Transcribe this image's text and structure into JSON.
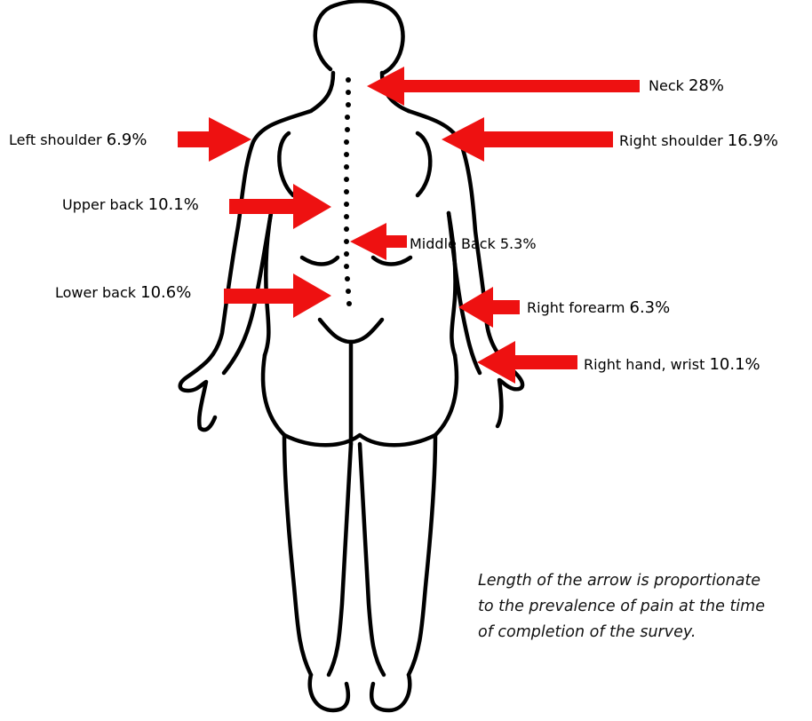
{
  "arrow_color": "#ee1111",
  "body_figure": {
    "view": "posterior",
    "icon": "human-body-back-outline"
  },
  "regions": [
    {
      "id": "neck",
      "label": "Neck",
      "percent": "28%"
    },
    {
      "id": "left-shoulder",
      "label": "Left shoulder",
      "percent": "6.9%"
    },
    {
      "id": "right-shoulder",
      "label": "Right shoulder",
      "percent": "16.9%"
    },
    {
      "id": "upper-back",
      "label": "Upper back",
      "percent": "10.1%"
    },
    {
      "id": "middle-back",
      "label": "Middle Back",
      "percent": "5.3%"
    },
    {
      "id": "lower-back",
      "label": "Lower back",
      "percent": "10.6%"
    },
    {
      "id": "right-forearm",
      "label": "Right forearm",
      "percent": "6.3%"
    },
    {
      "id": "right-hand-wrist",
      "label": "Right hand, wrist",
      "percent": "10.1%"
    }
  ],
  "note": {
    "line1": "Length of the arrow is proportionate",
    "line2": "to the prevalence of pain at the time",
    "line3": "of completion of the survey."
  }
}
